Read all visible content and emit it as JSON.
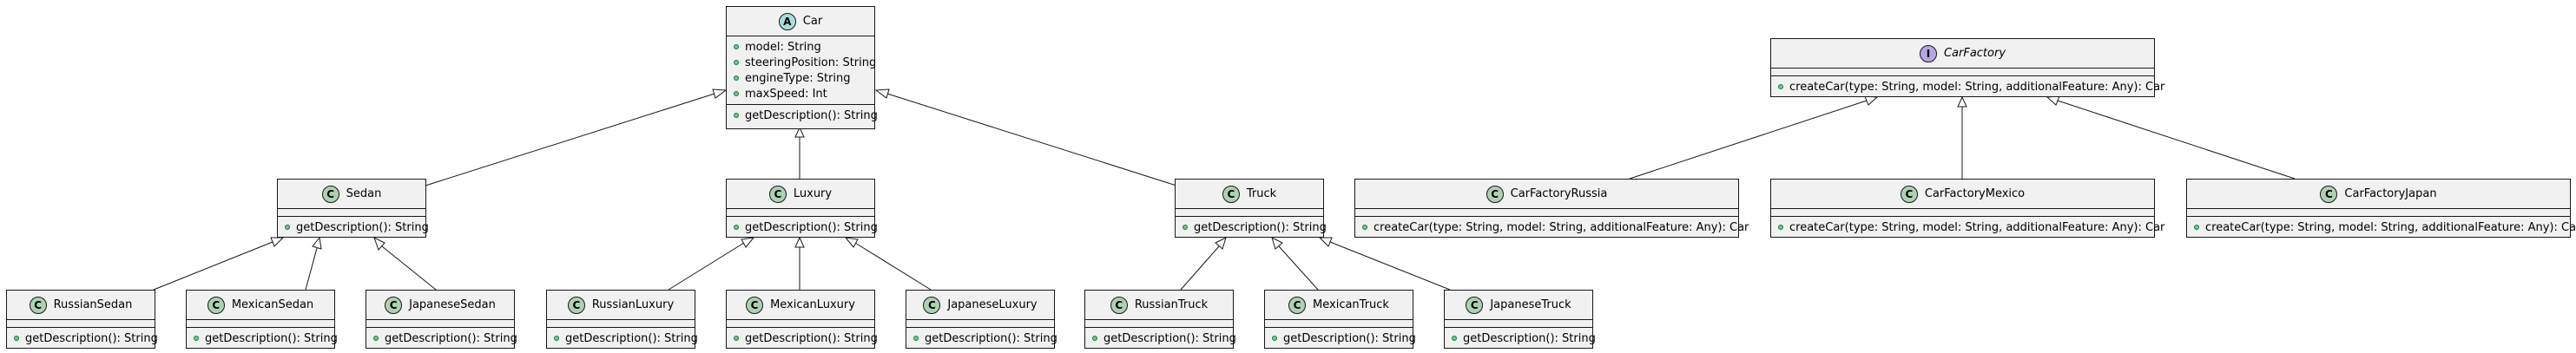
{
  "abstract_class": {
    "badge": "A",
    "name": "Car",
    "fields": [
      "model: String",
      "steeringPosition: String",
      "engineType: String",
      "maxSpeed: Int"
    ],
    "methods": [
      "getDescription(): String"
    ]
  },
  "interface": {
    "badge": "I",
    "name": "CarFactory",
    "methods": [
      "createCar(type: String, model: String, additionalFeature: Any): Car"
    ]
  },
  "car_types": [
    {
      "badge": "C",
      "name": "Sedan",
      "method": "getDescription(): String"
    },
    {
      "badge": "C",
      "name": "Luxury",
      "method": "getDescription(): String"
    },
    {
      "badge": "C",
      "name": "Truck",
      "method": "getDescription(): String"
    }
  ],
  "factories": [
    {
      "badge": "C",
      "name": "CarFactoryRussia",
      "method": "createCar(type: String, model: String, additionalFeature: Any): Car"
    },
    {
      "badge": "C",
      "name": "CarFactoryMexico",
      "method": "createCar(type: String, model: String, additionalFeature: Any): Car"
    },
    {
      "badge": "C",
      "name": "CarFactoryJapan",
      "method": "createCar(type: String, model: String, additionalFeature: Any): Car"
    }
  ],
  "regional_cars": [
    {
      "badge": "C",
      "name": "RussianSedan",
      "method": "getDescription(): String"
    },
    {
      "badge": "C",
      "name": "MexicanSedan",
      "method": "getDescription(): String"
    },
    {
      "badge": "C",
      "name": "JapaneseSedan",
      "method": "getDescription(): String"
    },
    {
      "badge": "C",
      "name": "RussianLuxury",
      "method": "getDescription(): String"
    },
    {
      "badge": "C",
      "name": "MexicanLuxury",
      "method": "getDescription(): String"
    },
    {
      "badge": "C",
      "name": "JapaneseLuxury",
      "method": "getDescription(): String"
    },
    {
      "badge": "C",
      "name": "RussianTruck",
      "method": "getDescription(): String"
    },
    {
      "badge": "C",
      "name": "MexicanTruck",
      "method": "getDescription(): String"
    },
    {
      "badge": "C",
      "name": "JapaneseTruck",
      "method": "getDescription(): String"
    }
  ],
  "colors": {
    "class_badge": "#add1b2",
    "abstract_badge": "#a9dcdf",
    "interface_badge": "#b4a7e5",
    "box_fill": "#f1f1f1",
    "line": "#181818",
    "visibility_dot": "#84be84"
  }
}
